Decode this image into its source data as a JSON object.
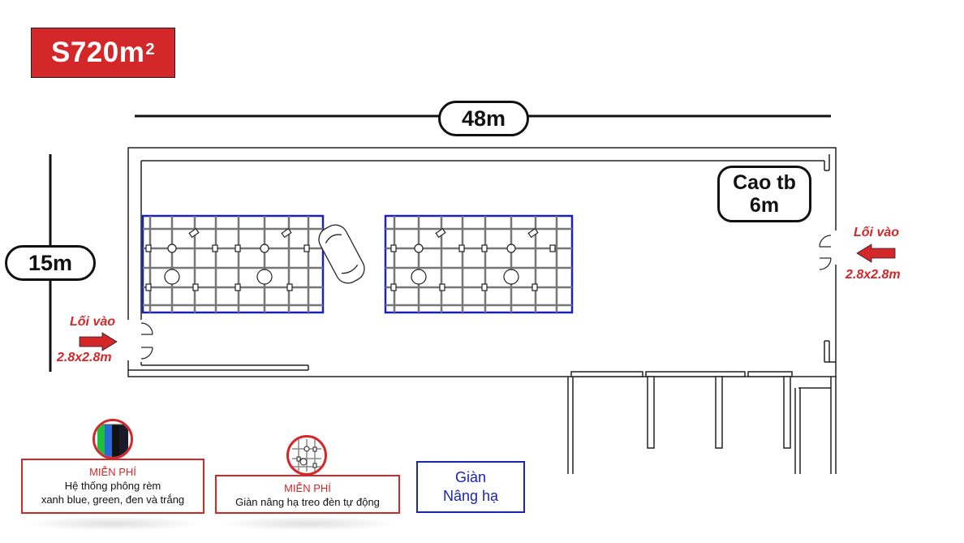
{
  "area": {
    "label": "S720m",
    "superscript": "2"
  },
  "dimensions": {
    "length": "48m",
    "width": "15m"
  },
  "height_badge": {
    "line1": "Cao tb",
    "line2": "6m"
  },
  "entrances": {
    "right": {
      "label": "Lối vào",
      "size": "2.8x2.8m"
    },
    "left": {
      "label": "Lối vào",
      "size": "2.8x2.8m"
    }
  },
  "legend": {
    "curtain": {
      "free": "MIỄN PHÍ",
      "line1": "Hệ thống phông rèm",
      "line2": "xanh blue, green, đen và trắng"
    },
    "grid": {
      "free": "MIỄN PHÍ",
      "line1": "Giàn nâng hạ treo đèn tự động"
    },
    "blue": {
      "line1": "Giàn",
      "line2": "Nâng hạ"
    }
  },
  "colors": {
    "accent_red": "#d3272a",
    "grid_blue": "#1a23b8",
    "line": "#222222"
  }
}
